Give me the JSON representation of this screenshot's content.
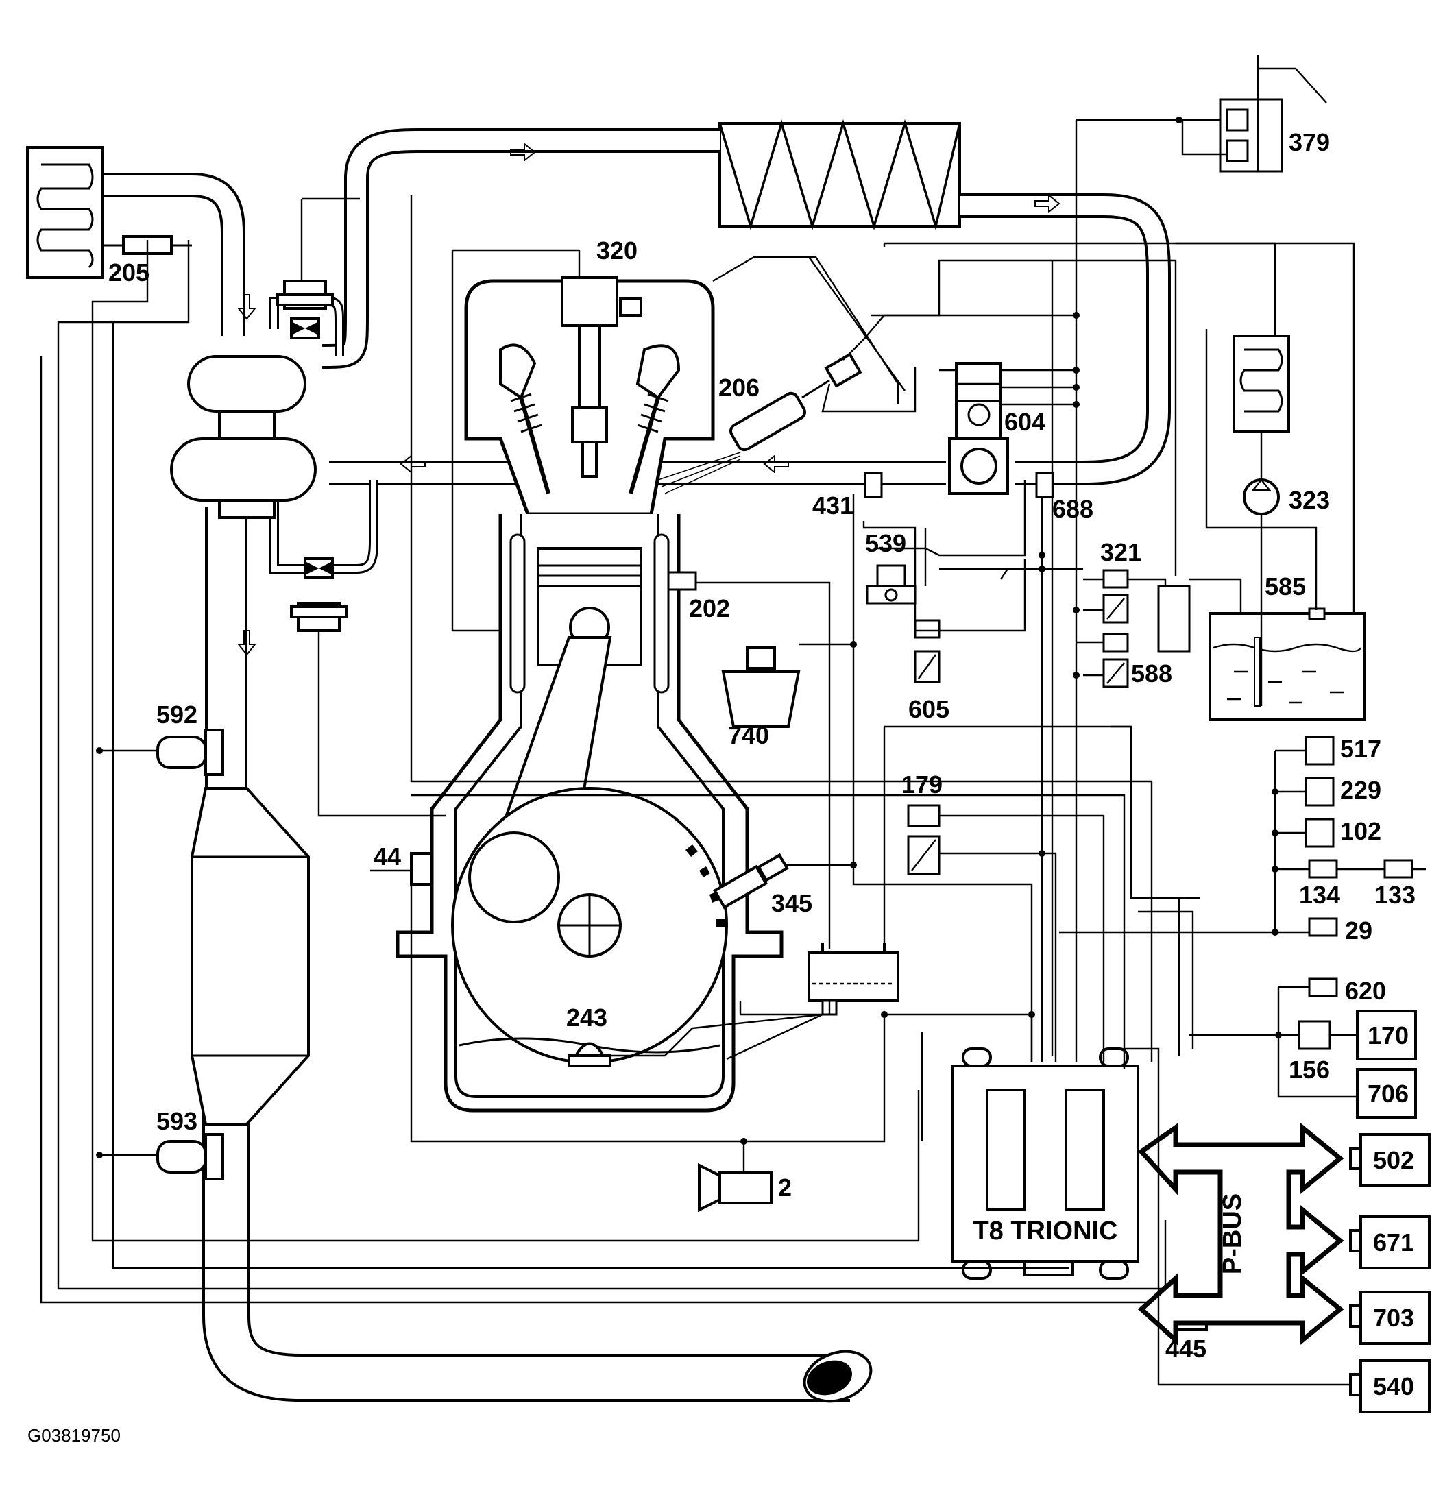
{
  "labels": {
    "c205": "205",
    "c320": "320",
    "c206": "206",
    "c604": "604",
    "c379": "379",
    "c323": "323",
    "c431": "431",
    "c688": "688",
    "c539": "539",
    "c321": "321",
    "c585": "585",
    "c202": "202",
    "c588": "588",
    "c605": "605",
    "c740": "740",
    "c592": "592",
    "c517": "517",
    "c229": "229",
    "c102": "102",
    "c179": "179",
    "c44": "44",
    "c345": "345",
    "c134": "134",
    "c133": "133",
    "c29": "29",
    "c620": "620",
    "c243": "243",
    "c170": "170",
    "c156": "156",
    "c706": "706",
    "c593": "593",
    "c2": "2",
    "c502": "502",
    "c671": "671",
    "c703": "703",
    "c445": "445",
    "c540": "540"
  },
  "ecu": {
    "name": "T8 TRIONIC"
  },
  "bus": {
    "name": "P-BUS"
  },
  "figure": {
    "code": "G03819750"
  }
}
